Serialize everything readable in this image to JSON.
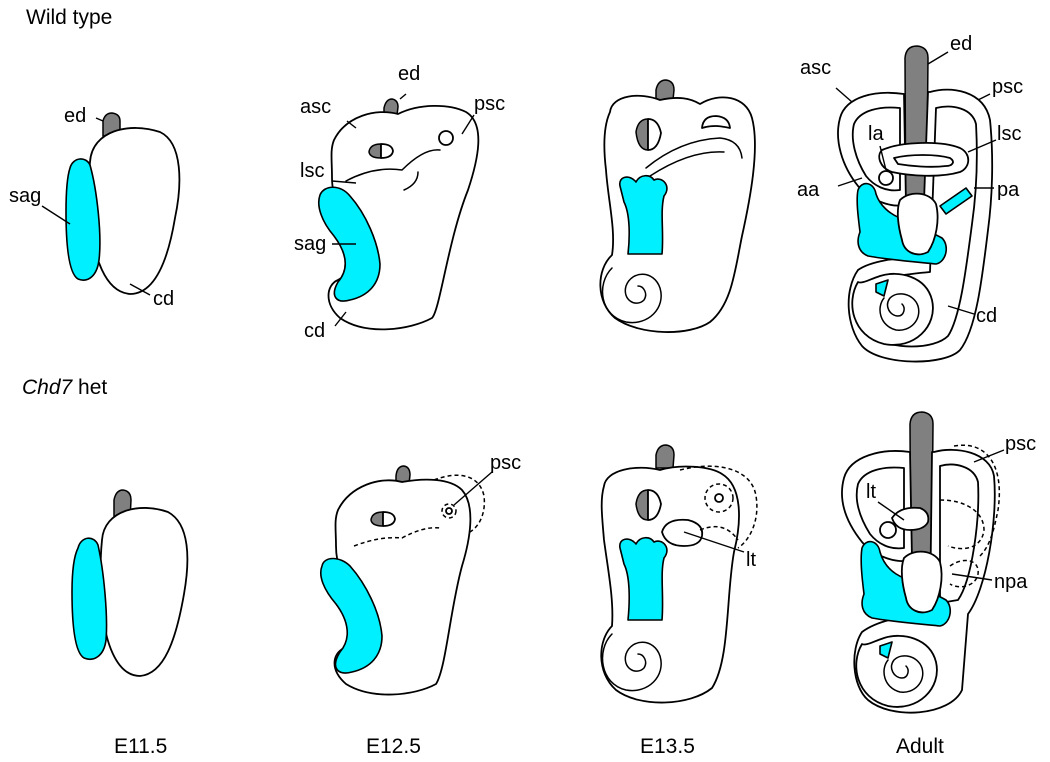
{
  "rows": {
    "wild_type": "Wild type",
    "het_gene": "Chd7",
    "het_suffix": " het"
  },
  "stages": [
    "E11.5",
    "E12.5",
    "E13.5",
    "Adult"
  ],
  "labels": {
    "wt_e115": {
      "ed": "ed",
      "sag": "sag",
      "cd": "cd"
    },
    "wt_e125": {
      "ed": "ed",
      "asc": "asc",
      "psc": "psc",
      "lsc": "lsc",
      "sag": "sag",
      "cd": "cd"
    },
    "wt_adult": {
      "ed": "ed",
      "asc": "asc",
      "psc": "psc",
      "la": "la",
      "lsc": "lsc",
      "aa": "aa",
      "pa": "pa",
      "cd": "cd"
    },
    "het_e125": {
      "psc": "psc"
    },
    "het_e135": {
      "lt": "lt"
    },
    "het_adult": {
      "psc": "psc",
      "lt": "lt",
      "npa": "npa"
    }
  },
  "colors": {
    "ganglion": "#00f0ff",
    "endolymphatic_duct": "#808080",
    "outline": "#000000",
    "background": "#ffffff"
  }
}
